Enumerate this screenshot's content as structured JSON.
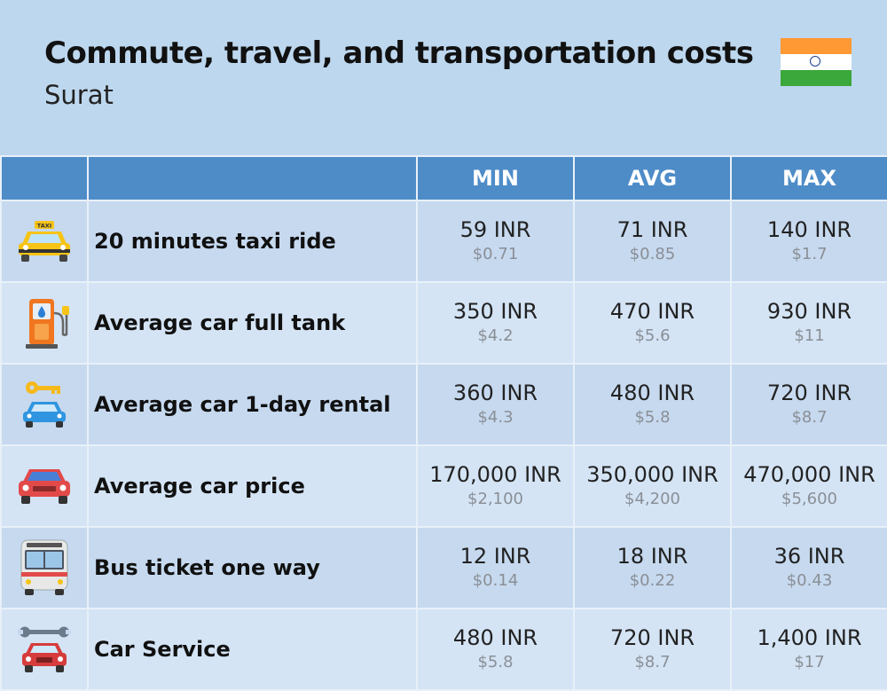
{
  "header": {
    "title": "Commute, travel, and transportation costs",
    "city": "Surat"
  },
  "table": {
    "columns": [
      "",
      "",
      "MIN",
      "AVG",
      "MAX"
    ],
    "rows": [
      {
        "icon": "taxi-icon",
        "label": "20 minutes taxi ride",
        "min": {
          "inr": "59 INR",
          "usd": "$0.71"
        },
        "avg": {
          "inr": "71 INR",
          "usd": "$0.85"
        },
        "max": {
          "inr": "140 INR",
          "usd": "$1.7"
        }
      },
      {
        "icon": "fuel-pump-icon",
        "label": "Average car full tank",
        "min": {
          "inr": "350 INR",
          "usd": "$4.2"
        },
        "avg": {
          "inr": "470 INR",
          "usd": "$5.6"
        },
        "max": {
          "inr": "930 INR",
          "usd": "$11"
        }
      },
      {
        "icon": "car-key-icon",
        "label": "Average car 1-day rental",
        "min": {
          "inr": "360 INR",
          "usd": "$4.3"
        },
        "avg": {
          "inr": "480 INR",
          "usd": "$5.8"
        },
        "max": {
          "inr": "720 INR",
          "usd": "$8.7"
        }
      },
      {
        "icon": "car-icon",
        "label": "Average car price",
        "min": {
          "inr": "170,000 INR",
          "usd": "$2,100"
        },
        "avg": {
          "inr": "350,000 INR",
          "usd": "$4,200"
        },
        "max": {
          "inr": "470,000 INR",
          "usd": "$5,600"
        }
      },
      {
        "icon": "bus-icon",
        "label": "Bus ticket one way",
        "min": {
          "inr": "12 INR",
          "usd": "$0.14"
        },
        "avg": {
          "inr": "18 INR",
          "usd": "$0.22"
        },
        "max": {
          "inr": "36 INR",
          "usd": "$0.43"
        }
      },
      {
        "icon": "wrench-car-icon",
        "label": "Car Service",
        "min": {
          "inr": "480 INR",
          "usd": "$5.8"
        },
        "avg": {
          "inr": "720 INR",
          "usd": "$8.7"
        },
        "max": {
          "inr": "1,400 INR",
          "usd": "$17"
        }
      }
    ]
  },
  "icons": {
    "taxi_sign": "TAXI"
  },
  "colors": {
    "background": "#bdd7ee",
    "header_row": "#4e8cc8",
    "row_a": "#c6d9ef",
    "row_b": "#d4e4f5",
    "usd_text": "#8a8f96"
  }
}
